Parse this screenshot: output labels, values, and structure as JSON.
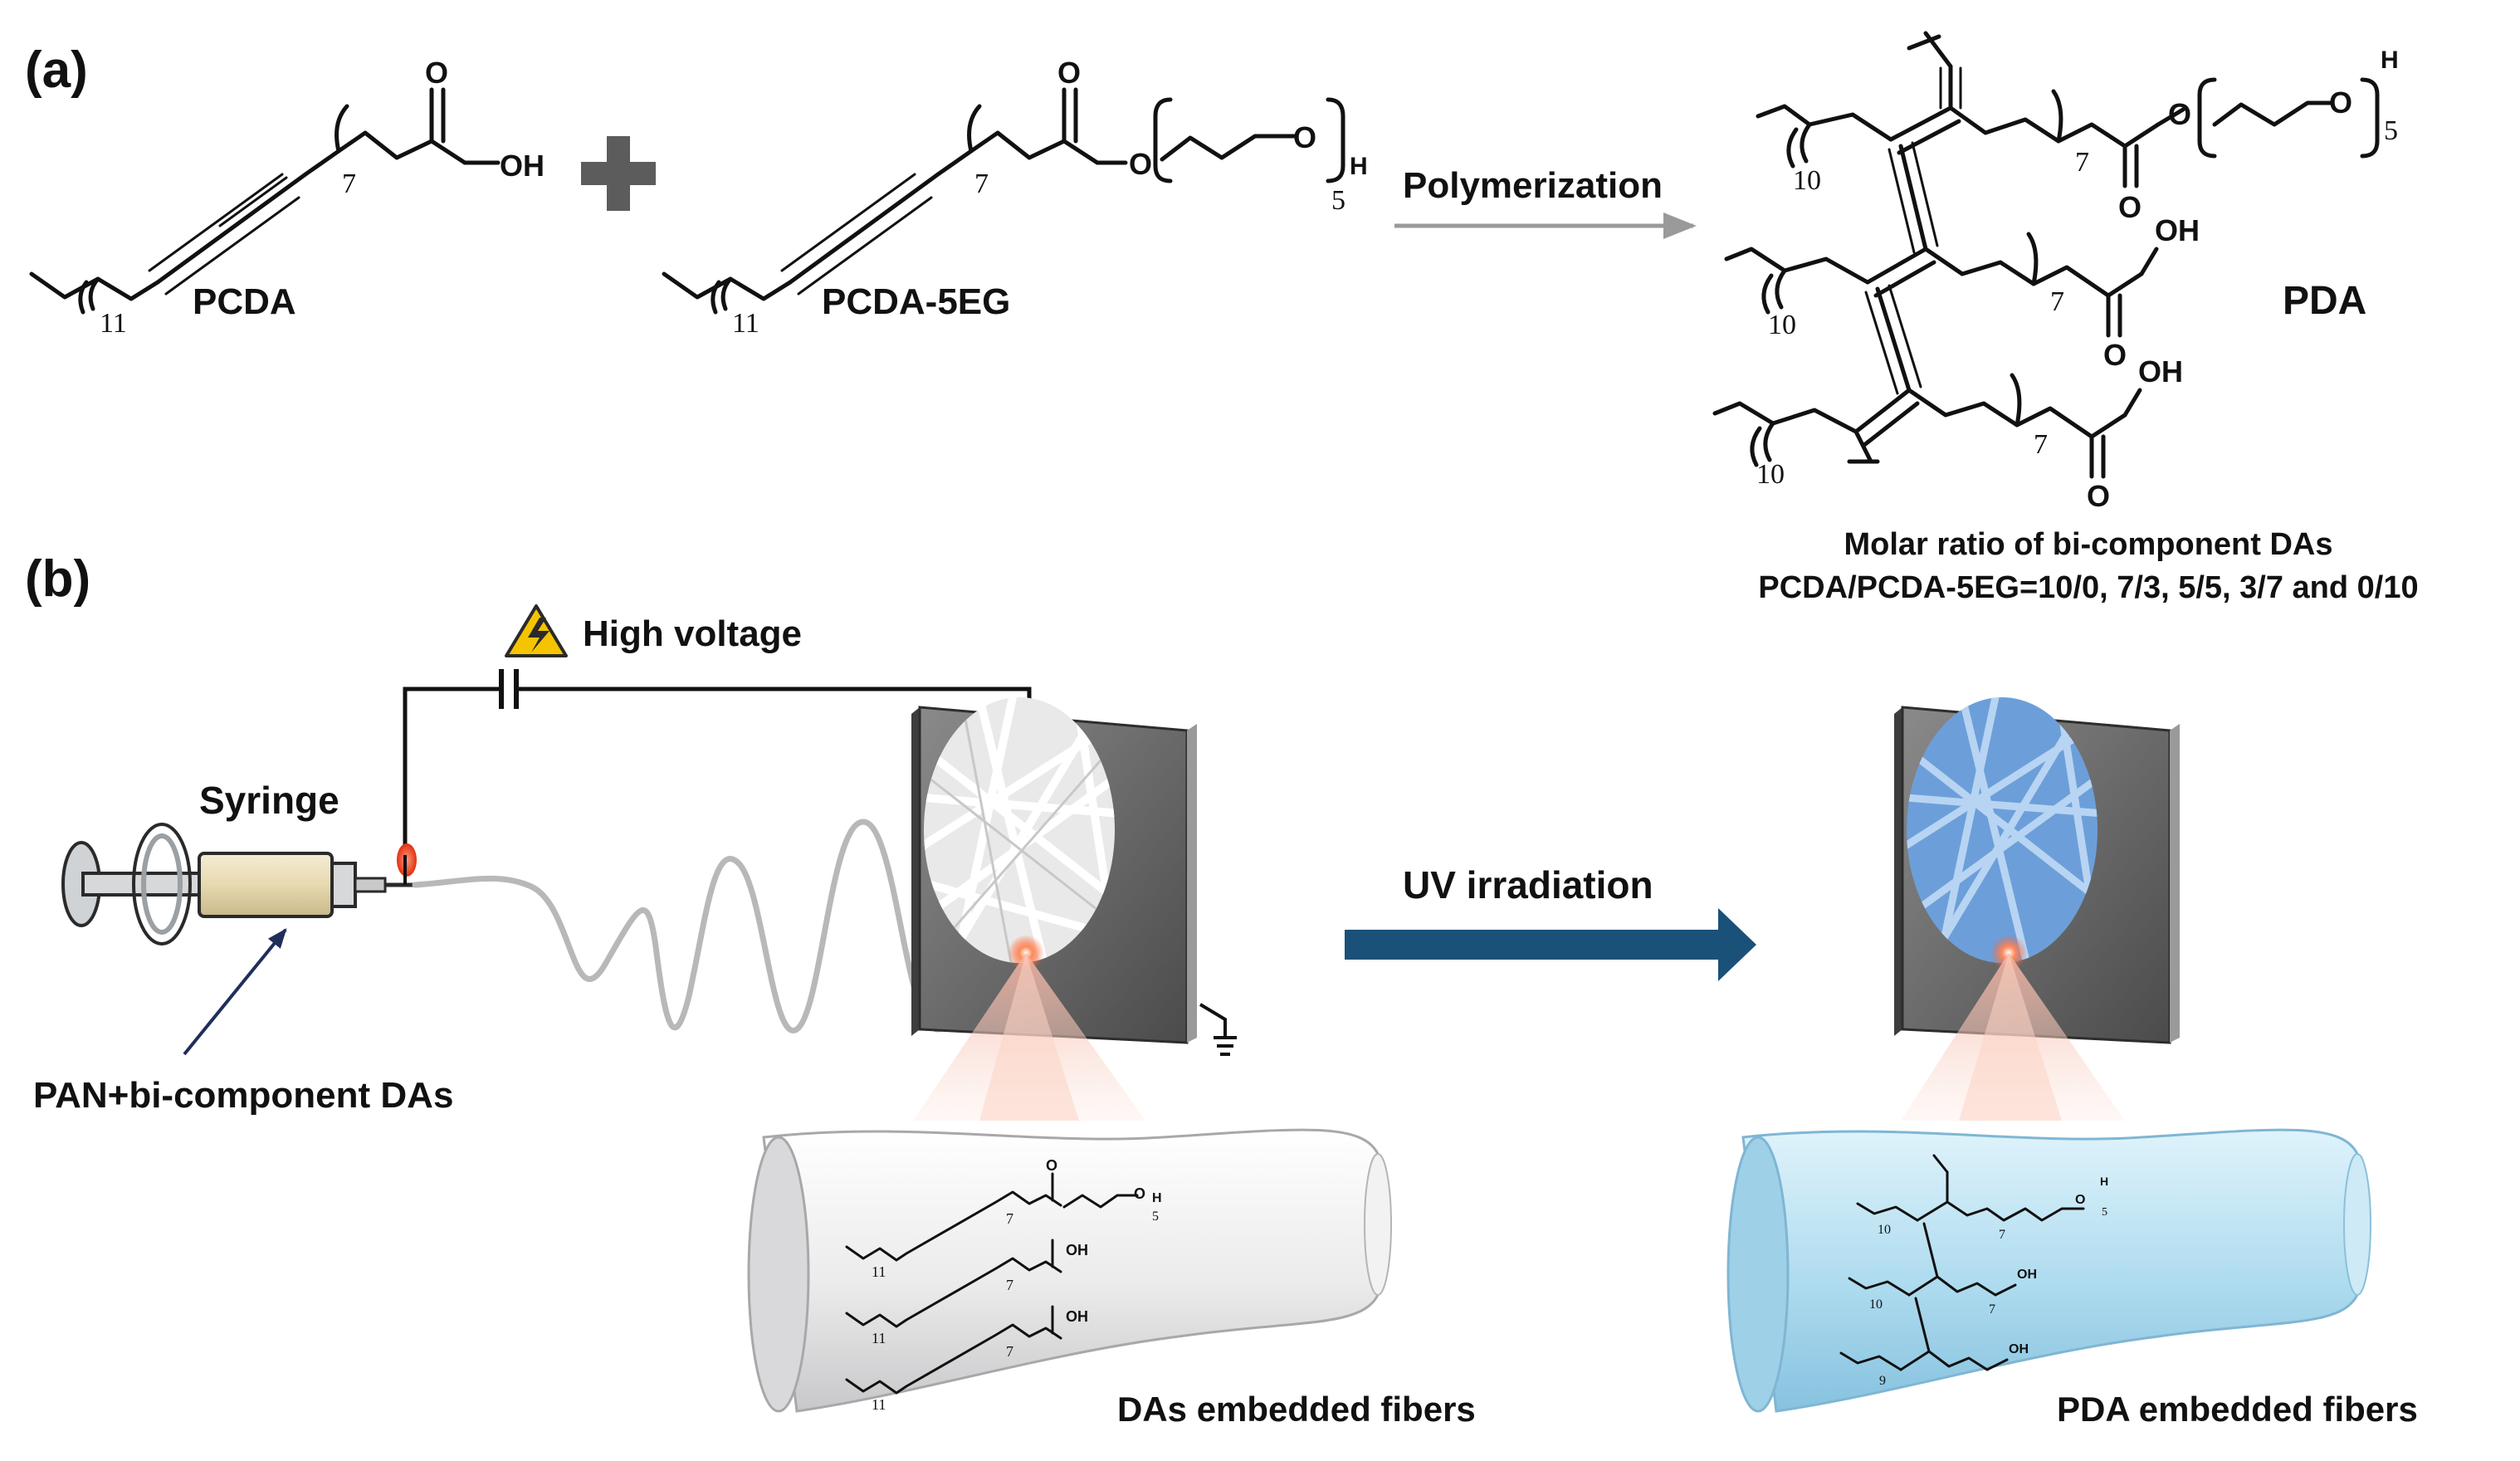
{
  "panel_a": {
    "label": "(a)",
    "pcda": {
      "name": "PCDA",
      "sub_chain": "11",
      "sub_linker": "7",
      "oh": "OH",
      "o": "O"
    },
    "plus": "+",
    "pcda5eg": {
      "name": "PCDA-5EG",
      "sub_chain": "11",
      "sub_linker": "7",
      "sub_eg": "5",
      "h": "H",
      "o": "O"
    },
    "arrow_label": "Polymerization",
    "pda": {
      "name": "PDA",
      "sub_chain": "10",
      "sub_linker": "7",
      "sub_eg": "5",
      "oh": "OH",
      "o": "O",
      "h": "H",
      "caption_line1": "Molar ratio of bi-component DAs",
      "caption_line2": "PCDA/PCDA-5EG=10/0,  7/3,  5/5,  3/7 and 0/10"
    }
  },
  "panel_b": {
    "label": "(b)",
    "high_voltage": "High voltage",
    "syringe": "Syringe",
    "solution": "PAN+bi-component DAs",
    "uv_label": "UV irradiation",
    "fiber_left": "DAs embedded fibers",
    "fiber_right": "PDA embedded fibers",
    "mini_sub_chain": "11",
    "mini_sub_linker": "7",
    "mini_sub_eg": "5",
    "mini_oh": "OH",
    "mini_o": "O",
    "mini_h": "H",
    "mini_pda_chain": "10",
    "mini_pda_chain_last": "9",
    "colors": {
      "uv_arrow": "#1a5179",
      "fiber_white": "#e9e9ea",
      "fiber_blue": "#aedbef",
      "mesh_blue": "#6c9fd9",
      "warning": "#f5c400",
      "spot": "#ff5a2a"
    }
  }
}
